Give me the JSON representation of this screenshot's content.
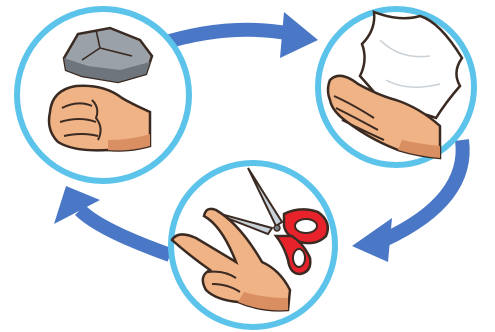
{
  "diagram": {
    "type": "cycle",
    "nodes": [
      {
        "id": "rock",
        "illustration": "rock-and-fist"
      },
      {
        "id": "paper",
        "illustration": "paper-and-flat-hand"
      },
      {
        "id": "scissors",
        "illustration": "scissors-and-v-hand"
      }
    ],
    "edges": [
      {
        "from": "rock",
        "to": "paper"
      },
      {
        "from": "paper",
        "to": "scissors"
      },
      {
        "from": "scissors",
        "to": "rock"
      }
    ],
    "colors": {
      "arrow": "#4a78c6",
      "circle_border": "#5cc3ea",
      "circle_fill": "#ffffff",
      "skin": "#f0b386",
      "skin_shadow": "#d98f62",
      "outline": "#3a2a22",
      "rock": "#9aa1a8",
      "rock_dark": "#6e757c",
      "scissors_handle": "#e8222b",
      "blade": "#c9d2da"
    }
  }
}
